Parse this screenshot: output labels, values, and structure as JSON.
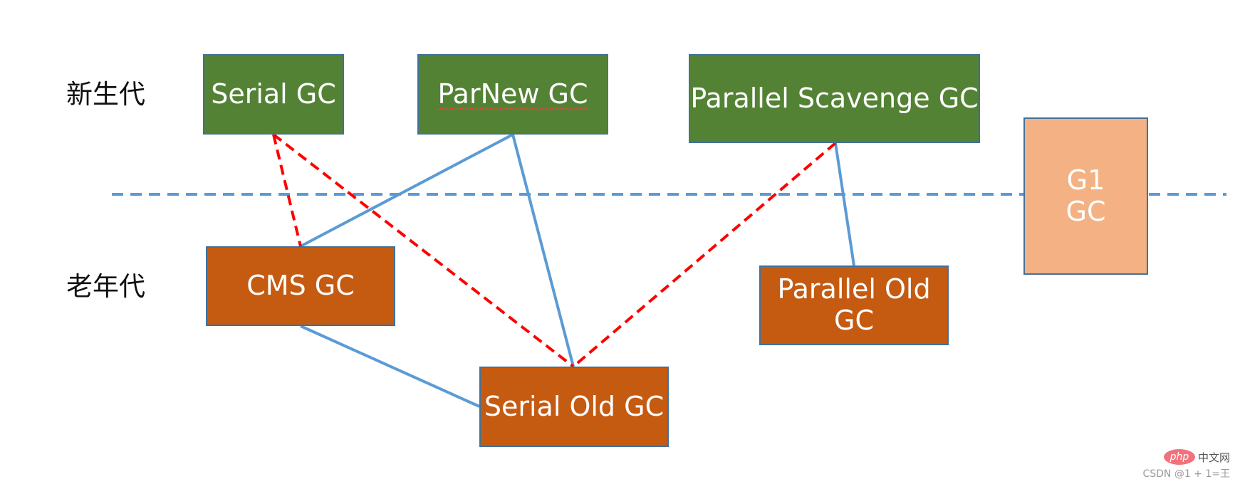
{
  "labels": {
    "young_generation": "新生代",
    "old_generation": "老年代"
  },
  "collectors": {
    "serial": "Serial GC",
    "parnew": "ParNew GC",
    "parallel_scavenge": "Parallel Scavenge GC",
    "cms": "CMS GC",
    "serial_old": "Serial Old GC",
    "parallel_old": "Parallel Old\nGC",
    "g1": "G1\nGC"
  },
  "links": {
    "solid": [
      [
        "parnew",
        "cms"
      ],
      [
        "parnew",
        "serial_old"
      ],
      [
        "cms",
        "serial_old"
      ],
      [
        "parallel_scavenge",
        "parallel_old"
      ]
    ],
    "dashed": [
      [
        "serial",
        "cms"
      ],
      [
        "serial",
        "serial_old"
      ],
      [
        "parallel_scavenge",
        "serial_old"
      ]
    ]
  },
  "colors": {
    "young_fill": "#548235",
    "old_fill": "#c55a11",
    "g1_fill": "#f4b183",
    "box_border": "#41719c",
    "solid_link": "#5b9bd5",
    "dashed_link": "#ff0000",
    "divider": "#5b9bd5"
  },
  "watermark": {
    "logo": "php",
    "site": "中文网",
    "credit": "CSDN @1 + 1=王"
  }
}
